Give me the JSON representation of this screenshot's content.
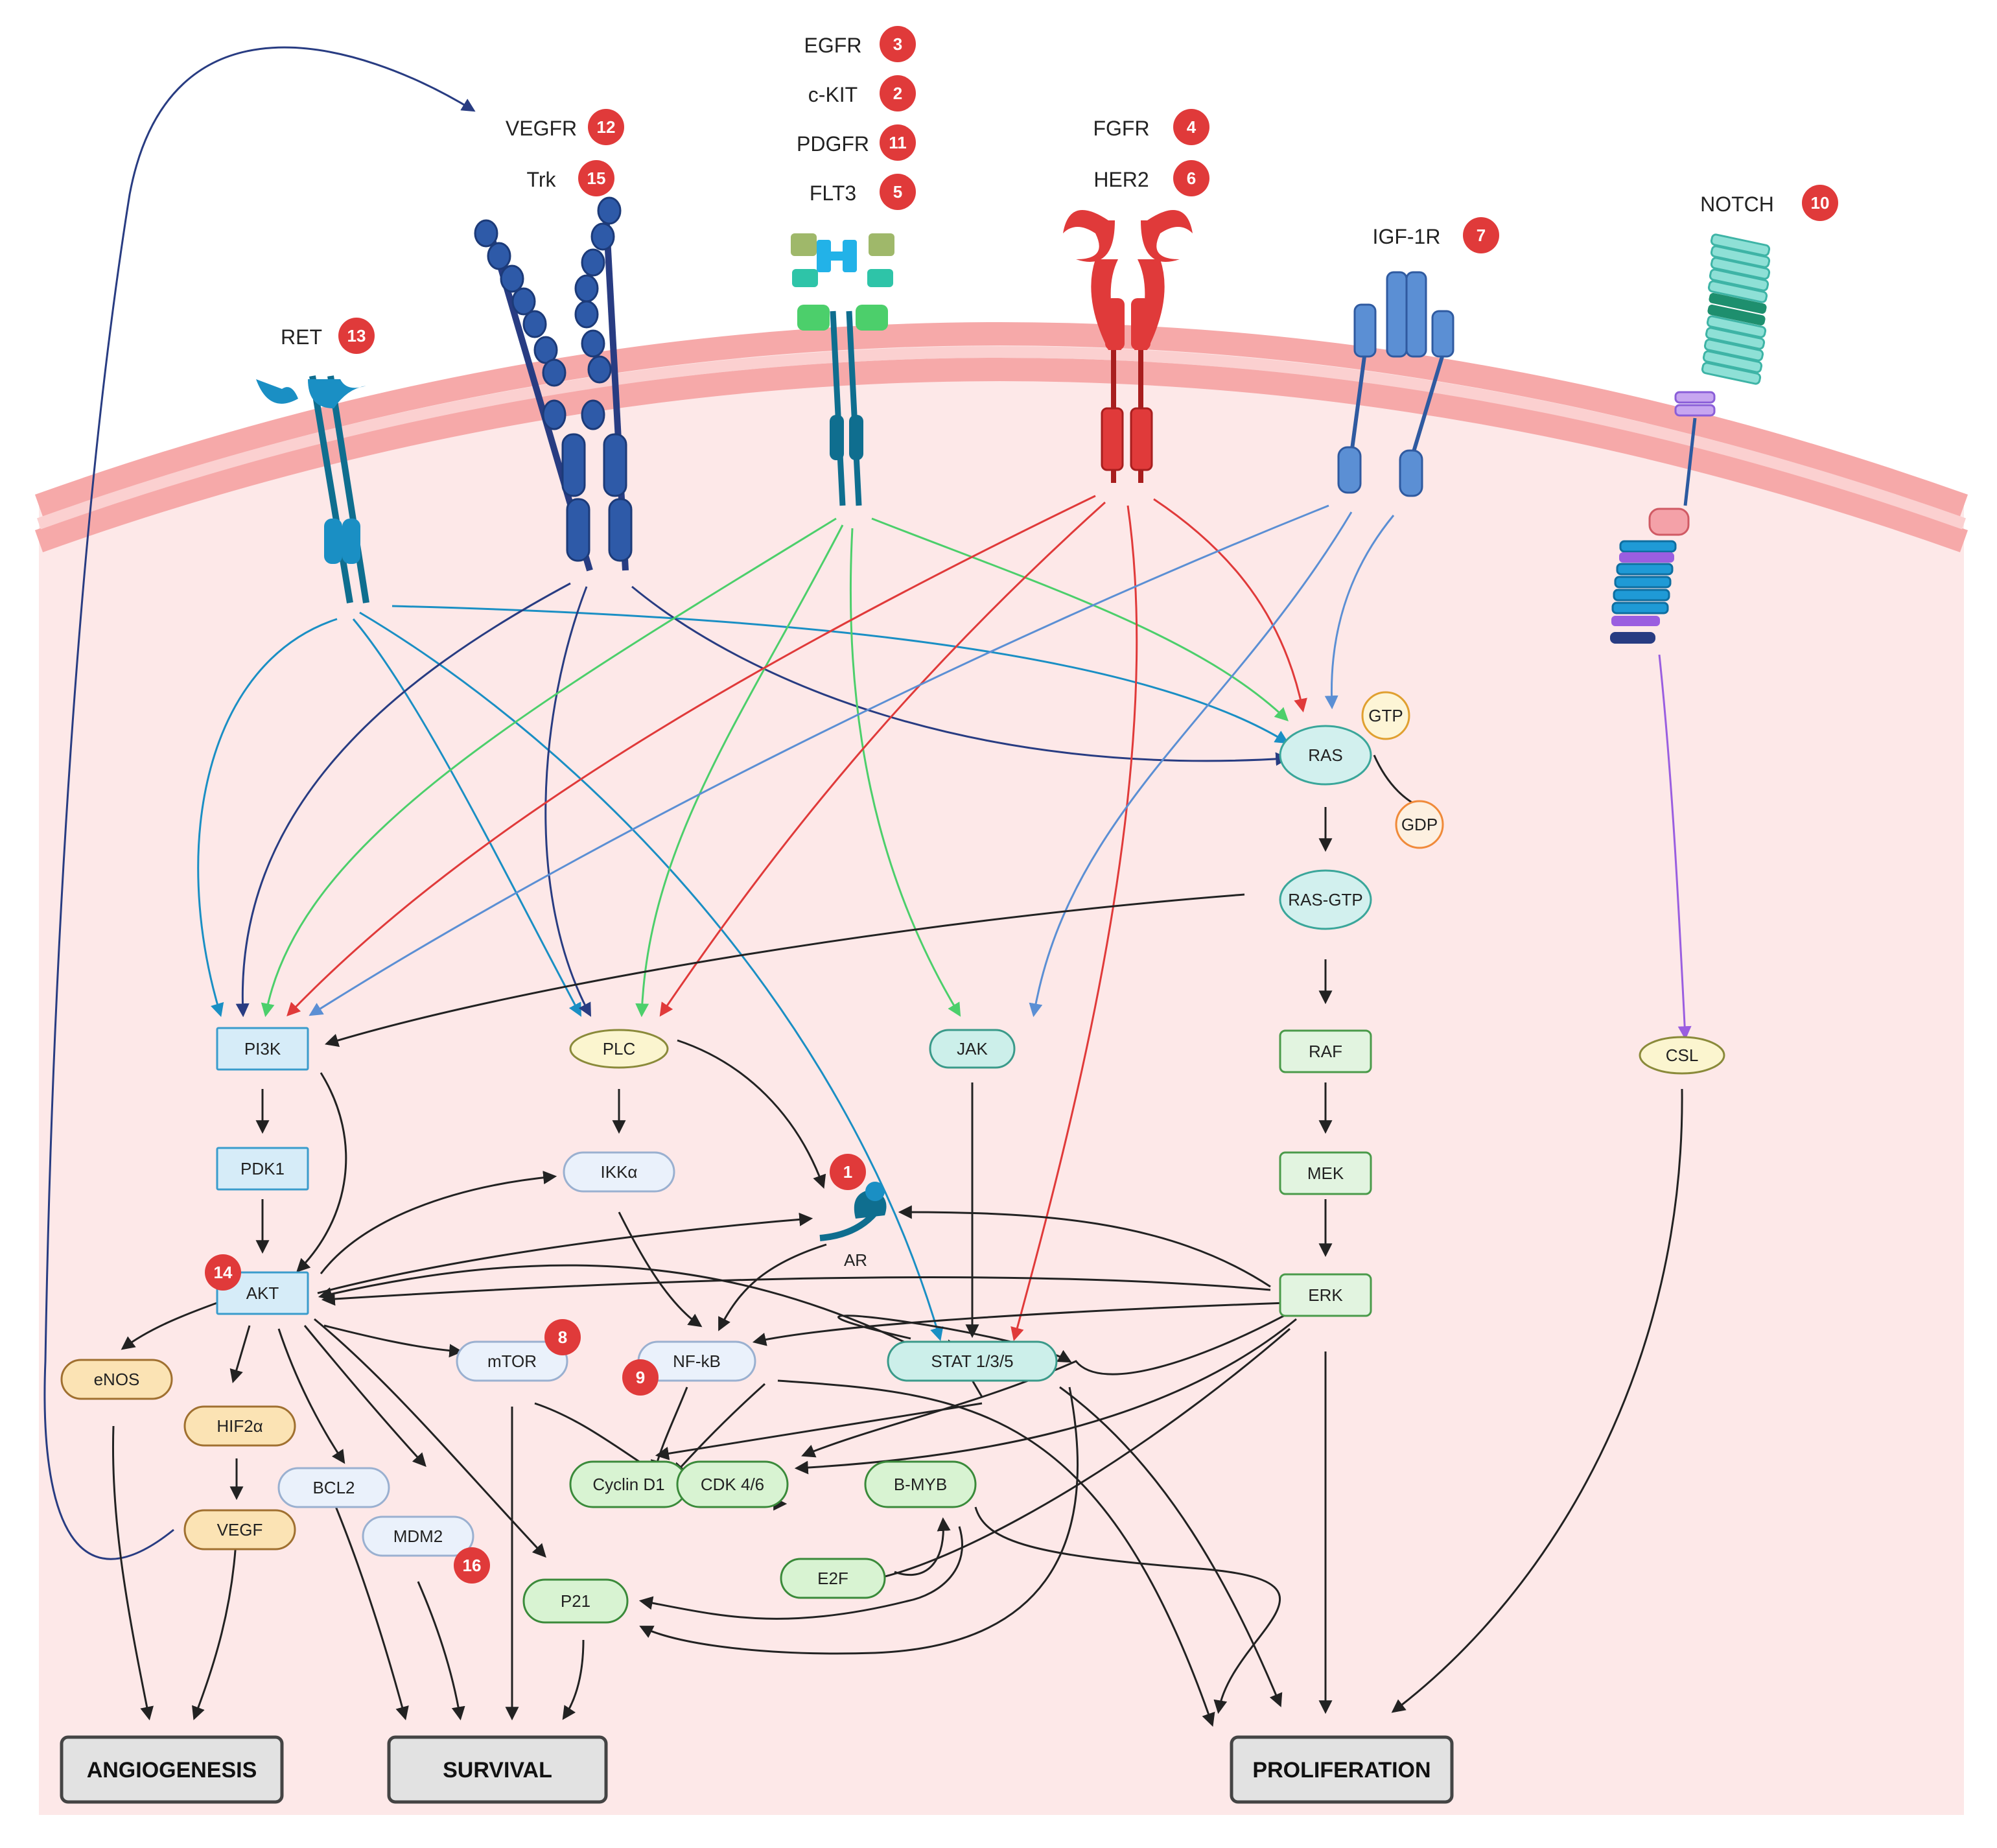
{
  "colors": {
    "badge": "#e03a3a",
    "cell": "#fde8e8",
    "membrane": "#f6b3b3",
    "black": "#222222",
    "ret_blue": "#1a8fc4",
    "vegfr_navy": "#283c82",
    "egfr_green": "#4ccf6b",
    "fgfr_red": "#e03a3a",
    "igf_blue": "#5b8fd4",
    "notch_purple": "#9a5ee0"
  },
  "receptors": [
    {
      "id": "egfr",
      "label": "EGFR",
      "badge": "3"
    },
    {
      "id": "ckit",
      "label": "c-KIT",
      "badge": "2"
    },
    {
      "id": "pdgfr",
      "label": "PDGFR",
      "badge": "11"
    },
    {
      "id": "flt3",
      "label": "FLT3",
      "badge": "5"
    },
    {
      "id": "vegfr",
      "label": "VEGFR",
      "badge": "12"
    },
    {
      "id": "trk",
      "label": "Trk",
      "badge": "15"
    },
    {
      "id": "fgfr",
      "label": "FGFR",
      "badge": "4"
    },
    {
      "id": "her2",
      "label": "HER2",
      "badge": "6"
    },
    {
      "id": "igf1r",
      "label": "IGF-1R",
      "badge": "7"
    },
    {
      "id": "notch",
      "label": "NOTCH",
      "badge": "10"
    },
    {
      "id": "ret",
      "label": "RET",
      "badge": "13"
    }
  ],
  "nodes": {
    "pi3k": "PI3K",
    "pdk1": "PDK1",
    "akt": "AKT",
    "plc": "PLC",
    "ikka": "IKKα",
    "ar": "AR",
    "jak": "JAK",
    "ras": "RAS",
    "gtp": "GTP",
    "gdp": "GDP",
    "rasgtp": "RAS-GTP",
    "raf": "RAF",
    "mek": "MEK",
    "erk": "ERK",
    "csl": "CSL",
    "enos": "eNOS",
    "hif2a": "HIF2α",
    "vegf": "VEGF",
    "bcl2": "BCL2",
    "mdm2": "MDM2",
    "mtor": "mTOR",
    "nfkb": "NF-kB",
    "stat": "STAT 1/3/5",
    "cyclind1": "Cyclin D1",
    "cdk46": "CDK 4/6",
    "bmyb": "B-MYB",
    "e2f": "E2F",
    "p21": "P21"
  },
  "node_badges": {
    "ar": "1",
    "akt": "14",
    "mtor": "8",
    "nfkb": "9",
    "mdm2": "16"
  },
  "outcomes": {
    "angiogenesis": "ANGIOGENESIS",
    "survival": "SURVIVAL",
    "proliferation": "PROLIFERATION"
  }
}
